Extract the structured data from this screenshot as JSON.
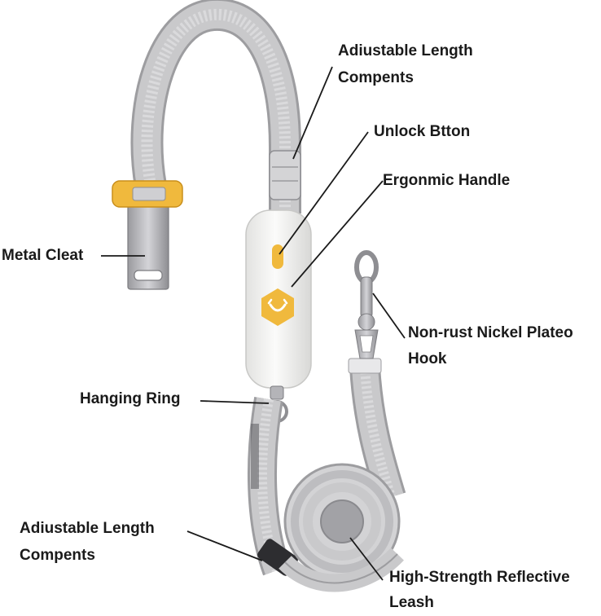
{
  "labels": {
    "adjustable_top_line1": "Adiustable Length",
    "adjustable_top_line2": "Compents",
    "unlock_button": "Unlock Btton",
    "ergonomic_handle": "Ergonmic Handle",
    "metal_cleat": "Metal Cleat",
    "hook_line1": "Non-rust Nickel Plateo",
    "hook_line2": "Hook",
    "hanging_ring": "Hanging Ring",
    "adjustable_bottom_line1": "Adiustable Length",
    "adjustable_bottom_line2": "Compents",
    "leash_line1": "High-Strength Reflective",
    "leash_line2": "Leash"
  },
  "colors": {
    "strap": "#c9c9cb",
    "strap_dark": "#9d9da0",
    "handle": "#f4f4f3",
    "accent": "#f0b93d",
    "metal": "#b4b4b8",
    "leader_line": "#1a1a1a"
  }
}
